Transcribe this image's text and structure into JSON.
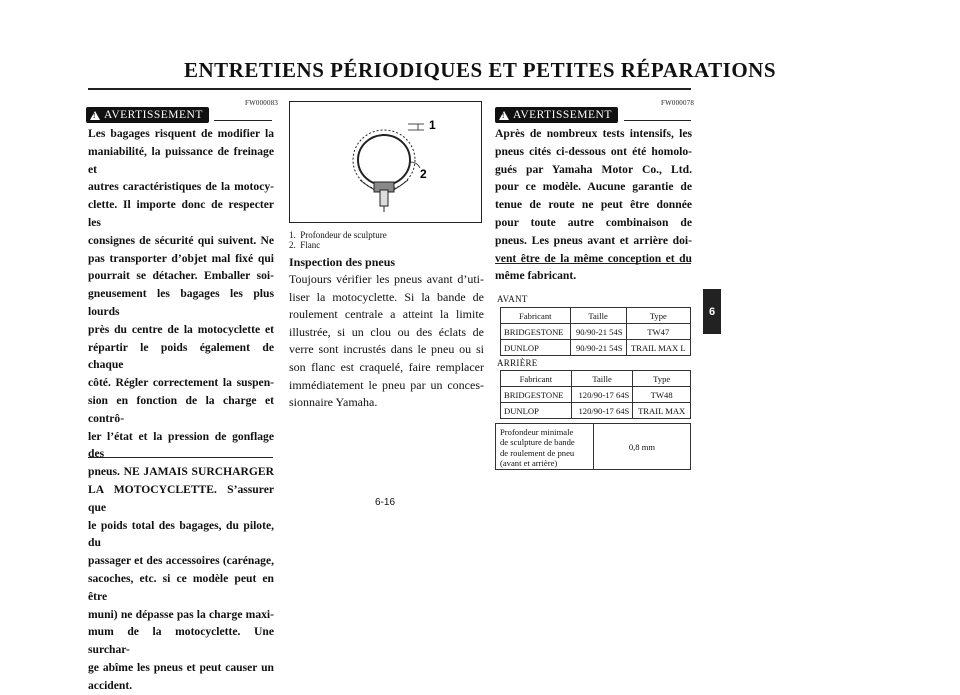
{
  "header": {
    "title": "ENTRETIENS PÉRIODIQUES ET PETITES RÉPARATIONS"
  },
  "left_warning": {
    "code": "FW000083",
    "badge": "AVERTISSEMENT",
    "lines": [
      "Les bagages risquent de modifier la",
      "maniabilité, la puissance de freinage et",
      "autres caractéristiques de la motocy-",
      "clette. Il importe donc de respecter les",
      "consignes de sécurité qui suivent. Ne",
      "pas transporter d’objet mal fixé qui",
      "pourrait se détacher. Emballer soi-",
      "gneusement les bagages les plus lourds",
      "près du centre de la motocyclette et",
      "répartir le poids également de chaque",
      "côté. Régler correctement la suspen-",
      "sion en fonction de la charge et contrô-",
      "ler l’état et la pression de gonflage des",
      "pneus. NE JAMAIS SURCHARGER",
      "LA MOTOCYCLETTE. S’assurer que",
      "le poids total des bagages, du pilote, du",
      "passager et des accessoires (carénage,",
      "sacoches, etc. si ce modèle peut en être",
      "muni) ne dépasse pas la charge maxi-",
      "mum de la motocyclette. Une surchar-",
      "ge abîme les pneus et peut causer un",
      "accident."
    ]
  },
  "figure": {
    "callouts": [
      "1",
      "2"
    ],
    "captions": [
      "1.  Profondeur de sculpture",
      "2.  Flanc"
    ]
  },
  "inspection": {
    "heading": "Inspection des pneus",
    "lines": [
      "Toujours vérifier les pneus avant d’uti-",
      "liser la motocyclette. Si la bande de",
      "roulement centrale a atteint la limite",
      "illustrée, si un clou ou des éclats de",
      "verre sont incrustés dans le pneu ou si",
      "son flanc est craquelé, faire remplacer",
      "immédiatement le pneu par un conces-",
      "sionnaire Yamaha."
    ]
  },
  "right_warning": {
    "code": "FW000078",
    "badge": "AVERTISSEMENT",
    "lines": [
      "Après de nombreux tests intensifs, les",
      "pneus cités ci-dessous ont été homolo-",
      "gués par Yamaha Motor Co., Ltd.",
      "pour ce modèle. Aucune garantie de",
      "tenue de route ne peut être donnée",
      "pour toute autre combinaison de",
      "pneus. Les pneus avant et arrière doi-",
      "vent être de la même conception et du",
      "même fabricant."
    ]
  },
  "front_table": {
    "label": "AVANT",
    "headers": [
      "Fabricant",
      "Taille",
      "Type"
    ],
    "rows": [
      [
        "BRIDGESTONE",
        "90/90-21  54S",
        "TW47"
      ],
      [
        "DUNLOP",
        "90/90-21  54S",
        "TRAIL MAX L"
      ]
    ]
  },
  "rear_table": {
    "label": "ARRIÈRE",
    "headers": [
      "Fabricant",
      "Taille",
      "Type"
    ],
    "rows": [
      [
        "BRIDGESTONE",
        "120/90-17  64S",
        "TW48"
      ],
      [
        "DUNLOP",
        "120/90-17  64S",
        "TRAIL MAX"
      ]
    ]
  },
  "tread_depth": {
    "lines": [
      "Profondeur minimale",
      "de sculpture de bande",
      "de roulement de pneu",
      "(avant et arrière)"
    ],
    "value": "0,8 mm"
  },
  "chapter_tab": "6",
  "page_number": "6-16"
}
